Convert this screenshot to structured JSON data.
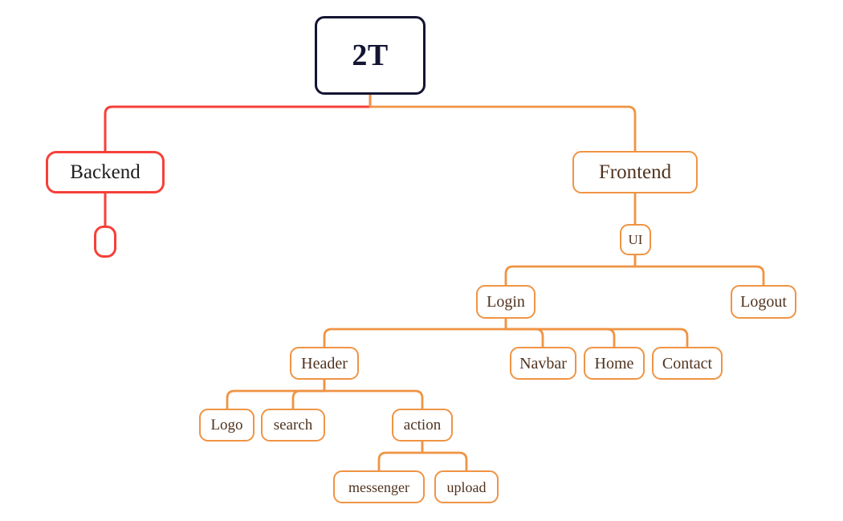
{
  "diagram": {
    "title": "2T project structure mind map",
    "type": "tree-mindmap",
    "background": "#ffffff",
    "colors": {
      "root_border": "#141433",
      "root_text": "#141433",
      "backend_branch": "#f64039",
      "frontend_branch": "#ef9444",
      "node_text_dark": "#1f1f1f",
      "node_text_brown": "#50331f",
      "node_fill": "#ffffff"
    },
    "nodes": {
      "root": {
        "label": "2T"
      },
      "backend": {
        "label": "Backend"
      },
      "backend_child_blank": {
        "label": ""
      },
      "frontend": {
        "label": "Frontend"
      },
      "ui": {
        "label": "UI"
      },
      "login": {
        "label": "Login"
      },
      "logout": {
        "label": "Logout"
      },
      "header": {
        "label": "Header"
      },
      "navbar": {
        "label": "Navbar"
      },
      "home": {
        "label": "Home"
      },
      "contact": {
        "label": "Contact"
      },
      "logo": {
        "label": "Logo"
      },
      "search": {
        "label": "search"
      },
      "action": {
        "label": "action"
      },
      "messenger": {
        "label": "messenger"
      },
      "upload": {
        "label": "upload"
      }
    },
    "edges": [
      {
        "from": "root",
        "to": "backend",
        "color": "#f64039"
      },
      {
        "from": "backend",
        "to": "backend_child_blank",
        "color": "#f64039"
      },
      {
        "from": "root",
        "to": "frontend",
        "color": "#ef9444"
      },
      {
        "from": "frontend",
        "to": "ui",
        "color": "#ef9444"
      },
      {
        "from": "ui",
        "to": "login",
        "color": "#ef9444"
      },
      {
        "from": "ui",
        "to": "logout",
        "color": "#ef9444"
      },
      {
        "from": "login",
        "to": "header",
        "color": "#ef9444"
      },
      {
        "from": "login",
        "to": "navbar",
        "color": "#ef9444"
      },
      {
        "from": "login",
        "to": "home",
        "color": "#ef9444"
      },
      {
        "from": "login",
        "to": "contact",
        "color": "#ef9444"
      },
      {
        "from": "header",
        "to": "logo",
        "color": "#ef9444"
      },
      {
        "from": "header",
        "to": "search",
        "color": "#ef9444"
      },
      {
        "from": "header",
        "to": "action",
        "color": "#ef9444"
      },
      {
        "from": "action",
        "to": "messenger",
        "color": "#ef9444"
      },
      {
        "from": "action",
        "to": "upload",
        "color": "#ef9444"
      }
    ]
  }
}
